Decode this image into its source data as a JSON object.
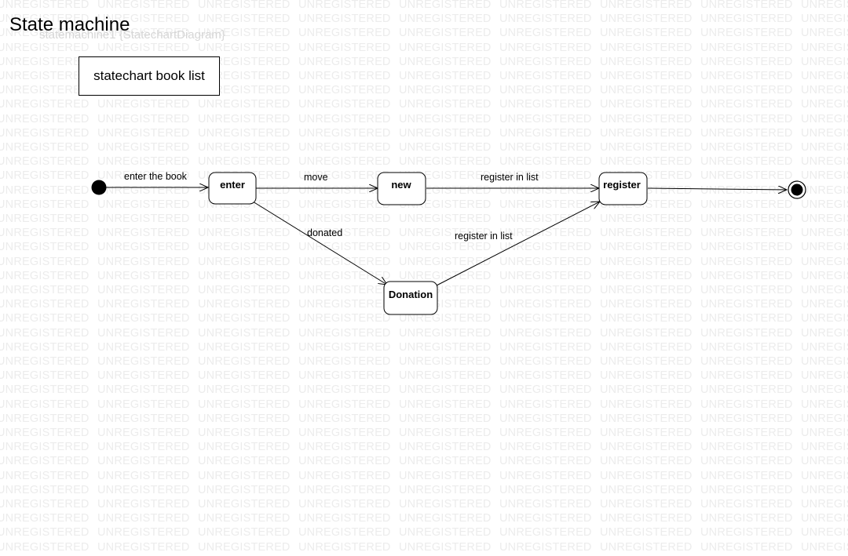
{
  "header": {
    "title": "State machine",
    "diagram_name": "statemachine1 {StatechartDiagram}"
  },
  "note": {
    "text": "statechart book list"
  },
  "watermark": {
    "text": "UNREGISTERED"
  },
  "states": {
    "enter": "enter",
    "new": "new",
    "register": "register",
    "donation": "Donation"
  },
  "transitions": {
    "initial_to_enter": "enter the book",
    "enter_to_new": "move",
    "new_to_register": "register in list",
    "enter_to_donation": "donated",
    "donation_to_register": "register in list"
  }
}
